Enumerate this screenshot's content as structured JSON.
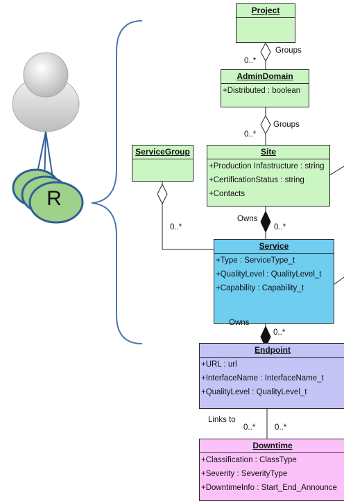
{
  "classes": {
    "project": {
      "name": "Project",
      "attrs": []
    },
    "admin_domain": {
      "name": "AdminDomain",
      "attrs": [
        "+Distributed : boolean"
      ]
    },
    "service_group": {
      "name": "ServiceGroup",
      "attrs": []
    },
    "site": {
      "name": "Site",
      "attrs": [
        "+Production Infastructure : string",
        "+CertificationStatus : string",
        "+Contacts"
      ]
    },
    "service": {
      "name": "Service",
      "attrs": [
        "+Type : ServiceType_t",
        "+QualityLevel : QualityLevel_t",
        "+Capability : Capability_t"
      ]
    },
    "endpoint": {
      "name": "Endpoint",
      "attrs": [
        "+URL : url",
        "+InterfaceName : InterfaceName_t",
        "+QualityLevel : QualityLevel_t"
      ]
    },
    "downtime": {
      "name": "Downtime",
      "attrs": [
        "+Classification : ClassType",
        "+Severity : SeverityType",
        "+DowntimeInfo : Start_End_Announce"
      ]
    }
  },
  "relations": {
    "project_admindomain": {
      "label": "Groups",
      "multiplicity": "0..*"
    },
    "admindomain_site": {
      "label": "Groups",
      "multiplicity": "0..*"
    },
    "servicegroup_service": {
      "multiplicity": "0..*"
    },
    "site_service": {
      "label": "Owns",
      "multiplicity": "0..*"
    },
    "service_endpoint": {
      "label": "Owns",
      "multiplicity": "0..*"
    },
    "endpoint_downtime": {
      "label": "Links to",
      "multiplicity_left": "0..*",
      "multiplicity_right": "0..*"
    }
  },
  "user_figure": {
    "role_letter": "R"
  },
  "colors": {
    "green": "#ccf5c4",
    "blue": "#6fcdf0",
    "purple": "#c5c4f7",
    "pink": "#fbc2fa",
    "brace": "#4a78b0",
    "role_fill": "#9fd18a",
    "role_stroke": "#2f5f96"
  }
}
